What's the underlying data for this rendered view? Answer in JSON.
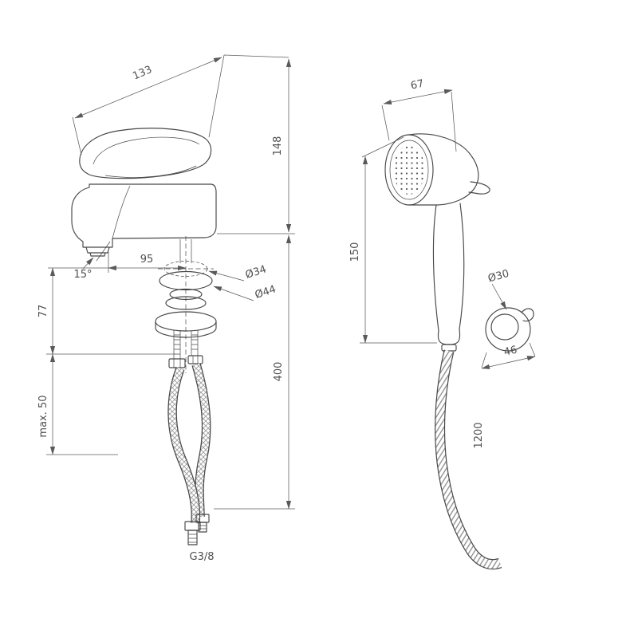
{
  "diagram": {
    "colors": {
      "line": "#474747",
      "background": "#ffffff"
    },
    "faucet": {
      "width": "133",
      "height": "148",
      "spout_reach": "95",
      "spout_angle": "15°",
      "hole_diameter": "Ø34",
      "base_diameter": "Ø44",
      "spout_clearance": "77",
      "deck_thickness": "max. 50",
      "hose_length": "400",
      "thread": "G3/8"
    },
    "handshower": {
      "head_width": "67",
      "length": "150",
      "holder_diameter": "Ø30",
      "holder_depth": "46",
      "hose_length": "1200"
    }
  }
}
